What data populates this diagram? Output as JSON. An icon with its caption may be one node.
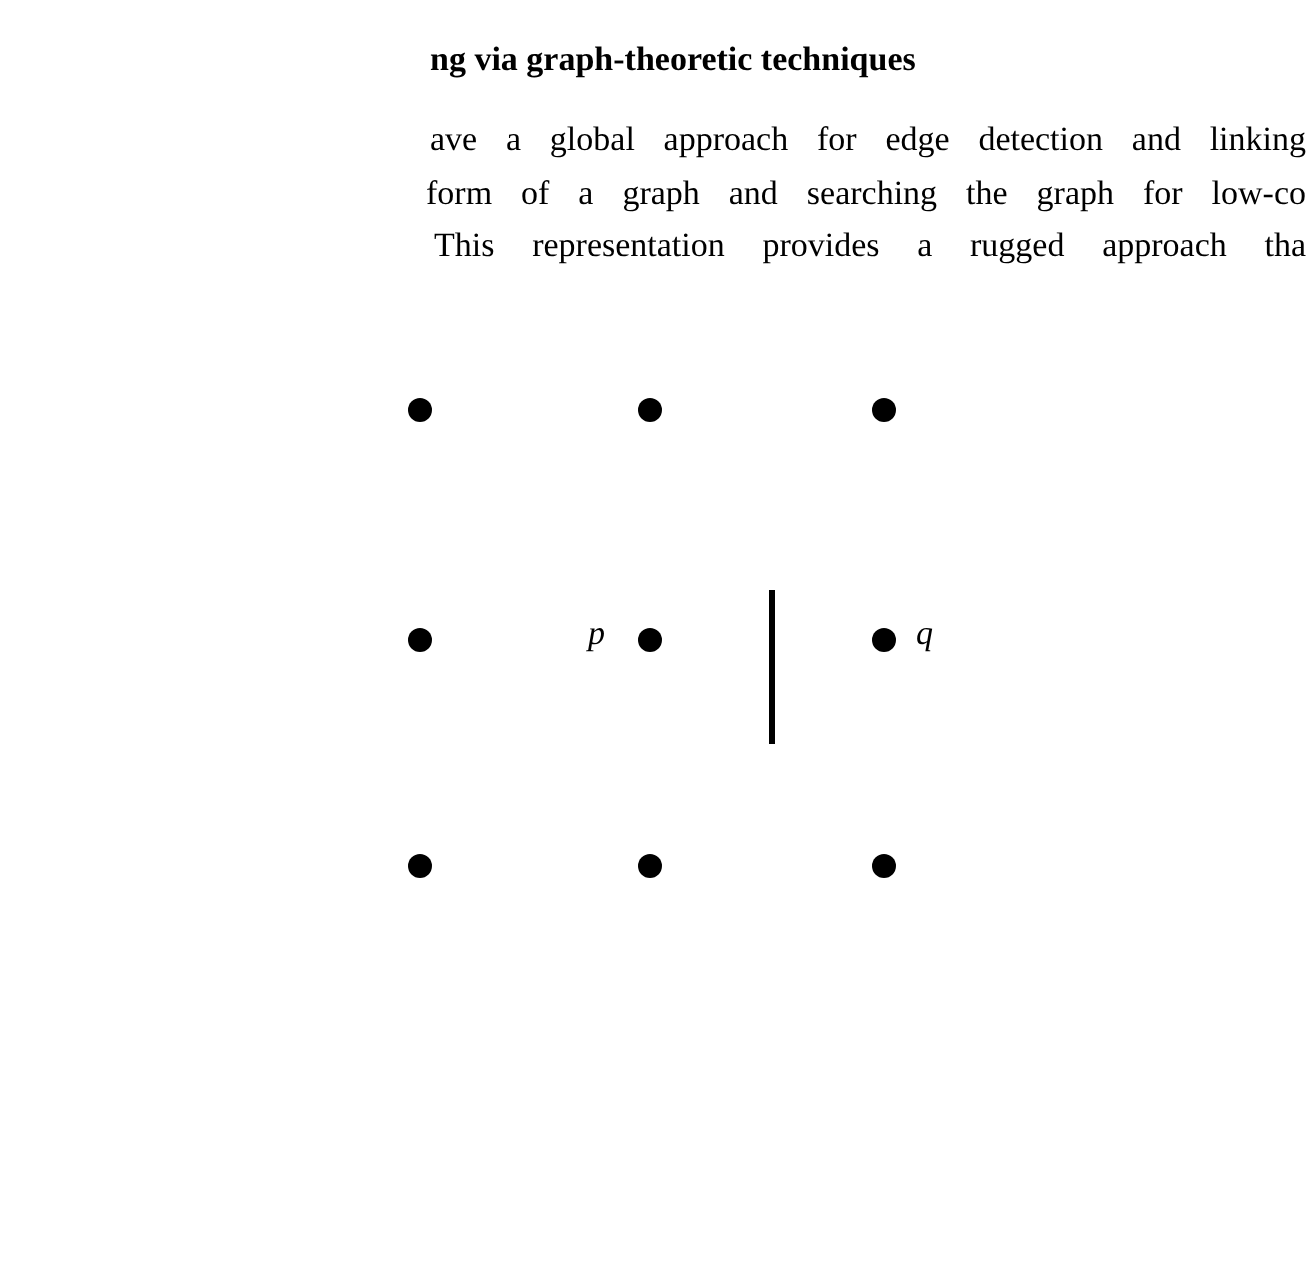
{
  "diagram": {
    "title": "ng via graph-theoretic techniques",
    "labels": [
      "ave a global approach for edge detection and linking",
      "form of a graph and searching the graph for low-co",
      "This representation provides a rugged approach tha",
      "p",
      "q"
    ]
  }
}
